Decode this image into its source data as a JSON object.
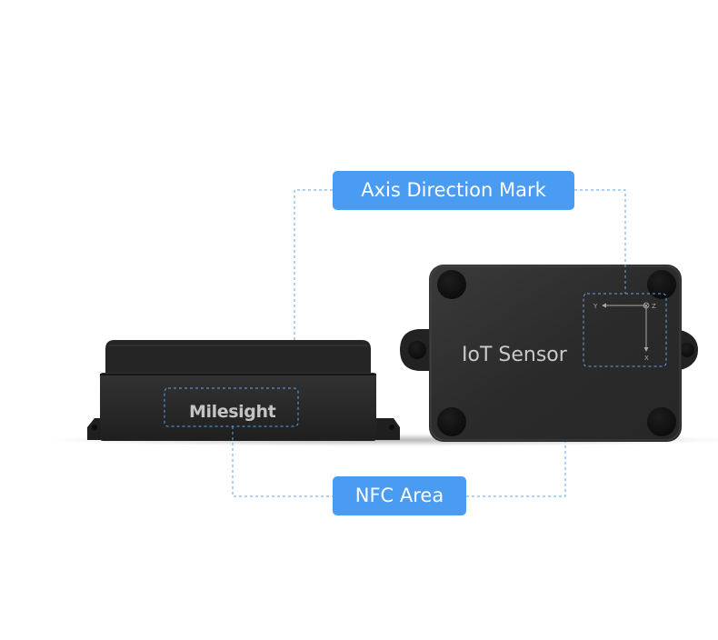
{
  "callouts": {
    "axis_direction": "Axis Direction Mark",
    "nfc_area": "NFC Area"
  },
  "devices": {
    "side_view": {
      "brand": "Milesight"
    },
    "top_view": {
      "label": "IoT Sensor",
      "axis_mark": {
        "y": "Y",
        "z": "Z",
        "x": "X"
      }
    }
  },
  "colors": {
    "callout": "#4a9cf2",
    "guide_line": "#5aa6f0",
    "device_body": "#2a2a2a"
  }
}
